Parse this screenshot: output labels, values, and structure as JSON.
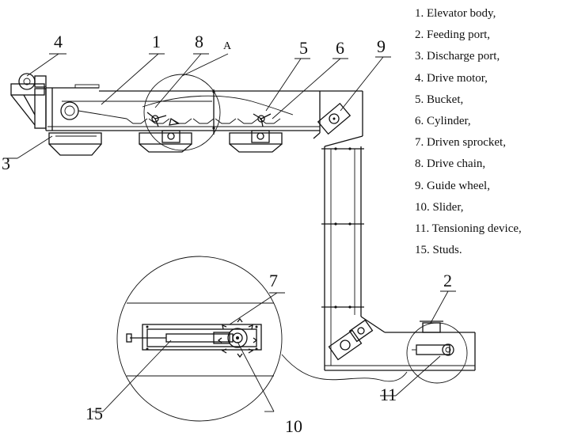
{
  "legend": {
    "items": [
      "1. Elevator body,",
      "2. Feeding port,",
      "3. Discharge port,",
      "4. Drive motor,",
      "5. Bucket,",
      "6. Cylinder,",
      "7. Driven sprocket,",
      "8. Drive chain,",
      "9. Guide wheel,",
      "10. Slider,",
      "11. Tensioning device,",
      "15. Studs."
    ]
  },
  "callouts": {
    "c1": "1",
    "c2": "2",
    "c3": "3",
    "c4": "4",
    "c5": "5",
    "c6": "6",
    "c7": "7",
    "c8": "8",
    "c9": "9",
    "c10": "10",
    "c11": "11",
    "c15": "15",
    "cA": "A"
  }
}
